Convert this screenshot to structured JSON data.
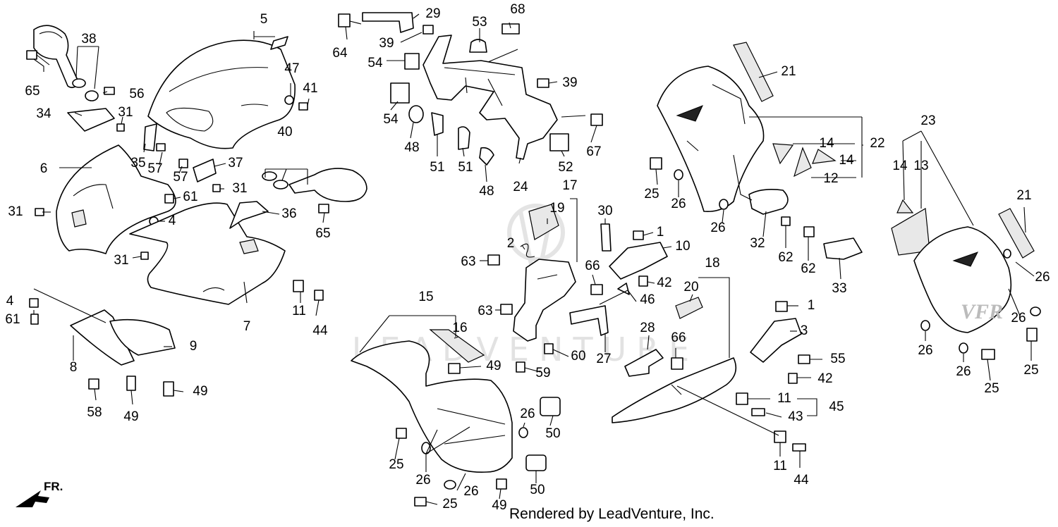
{
  "watermark": "LEADVENTURE",
  "credit": "Rendered by LeadVenture, Inc.",
  "front_indicator": "FR.",
  "callouts": {
    "c1a": "1",
    "c1b": "1",
    "c2": "2",
    "c3": "3",
    "c4a": "4",
    "c4b": "4",
    "c5": "5",
    "c6": "6",
    "c7": "7",
    "c8": "8",
    "c9": "9",
    "c10": "10",
    "c11a": "11",
    "c11b": "11",
    "c11c": "11",
    "c12": "12",
    "c13": "13",
    "c14a": "14",
    "c14b": "14",
    "c14c": "14",
    "c15": "15",
    "c16": "16",
    "c17": "17",
    "c18": "18",
    "c19": "19",
    "c20": "20",
    "c21a": "21",
    "c21b": "21",
    "c22": "22",
    "c23": "23",
    "c24": "24",
    "c25a": "25",
    "c25b": "25",
    "c25c": "25",
    "c25d": "25",
    "c25e": "25",
    "c26a": "26",
    "c26b": "26",
    "c26c": "26",
    "c26d": "26",
    "c26e": "26",
    "c26f": "26",
    "c26g": "26",
    "c26h": "26",
    "c26i": "26",
    "c27": "27",
    "c28": "28",
    "c29": "29",
    "c30": "30",
    "c31a": "31",
    "c31b": "31",
    "c31c": "31",
    "c31d": "31",
    "c32": "32",
    "c33": "33",
    "c34": "34",
    "c35": "35",
    "c36": "36",
    "c37": "37",
    "c38": "38",
    "c39a": "39",
    "c39b": "39",
    "c40": "40",
    "c41": "41",
    "c42a": "42",
    "c42b": "42",
    "c43": "43",
    "c44a": "44",
    "c44b": "44",
    "c45": "45",
    "c46": "46",
    "c47": "47",
    "c48a": "48",
    "c48b": "48",
    "c49a": "49",
    "c49b": "49",
    "c49c": "49",
    "c49d": "49",
    "c50a": "50",
    "c50b": "50",
    "c51a": "51",
    "c51b": "51",
    "c52": "52",
    "c53": "53",
    "c54a": "54",
    "c54b": "54",
    "c55": "55",
    "c56": "56",
    "c57a": "57",
    "c57b": "57",
    "c58": "58",
    "c59": "59",
    "c60": "60",
    "c61a": "61",
    "c61b": "61",
    "c62a": "62",
    "c62b": "62",
    "c63a": "63",
    "c63b": "63",
    "c64": "64",
    "c65a": "65",
    "c65b": "65",
    "c66a": "66",
    "c66b": "66",
    "c67": "67",
    "c68": "68"
  }
}
